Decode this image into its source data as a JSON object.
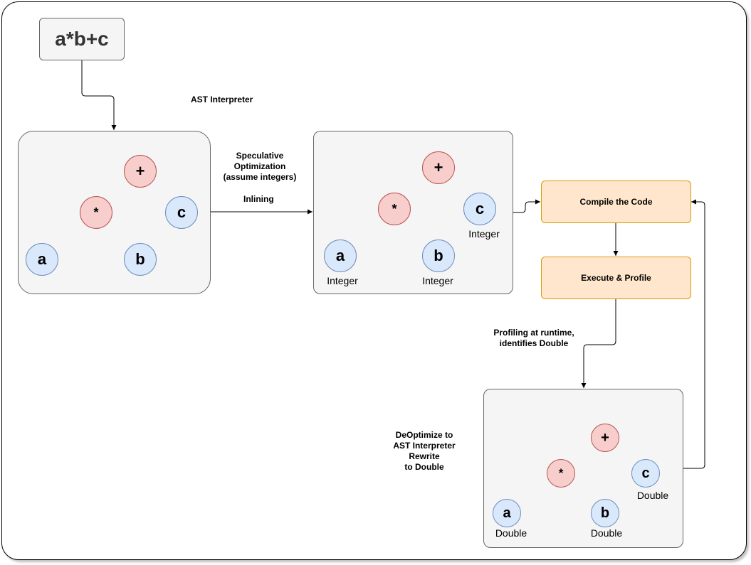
{
  "expression": "a*b+c",
  "edge_labels": {
    "ast_interpreter": "AST Interpreter",
    "speculative": [
      "Speculative",
      "Optimization",
      "(assume integers)"
    ],
    "inlining": "Inlining",
    "profiling": [
      "Profiling at runtime,",
      "identifies Double"
    ],
    "deoptimize": [
      "DeOptimize to",
      "AST Interpreter",
      "Rewrite",
      "to Double"
    ]
  },
  "steps": {
    "compile": "Compile the Code",
    "execute": "Execute & Profile"
  },
  "trees": {
    "ast": {
      "plus": "+",
      "times": "*",
      "a": "a",
      "b": "b",
      "c": "c"
    },
    "integer": {
      "plus": "+",
      "times": "*",
      "a": "a",
      "b": "b",
      "c": "c",
      "a_type": "Integer",
      "b_type": "Integer",
      "c_type": "Integer"
    },
    "double": {
      "plus": "+",
      "times": "*",
      "a": "a",
      "b": "b",
      "c": "c",
      "a_type": "Double",
      "b_type": "Double",
      "c_type": "Double"
    }
  },
  "colors": {
    "leaf_fill": "#dae8fc",
    "leaf_stroke": "#6c8ebf",
    "op_fill": "#f8cecc",
    "op_stroke": "#b85450",
    "step_fill": "#ffe6cc",
    "step_stroke": "#d79b00",
    "panel_fill": "#f5f5f5"
  }
}
